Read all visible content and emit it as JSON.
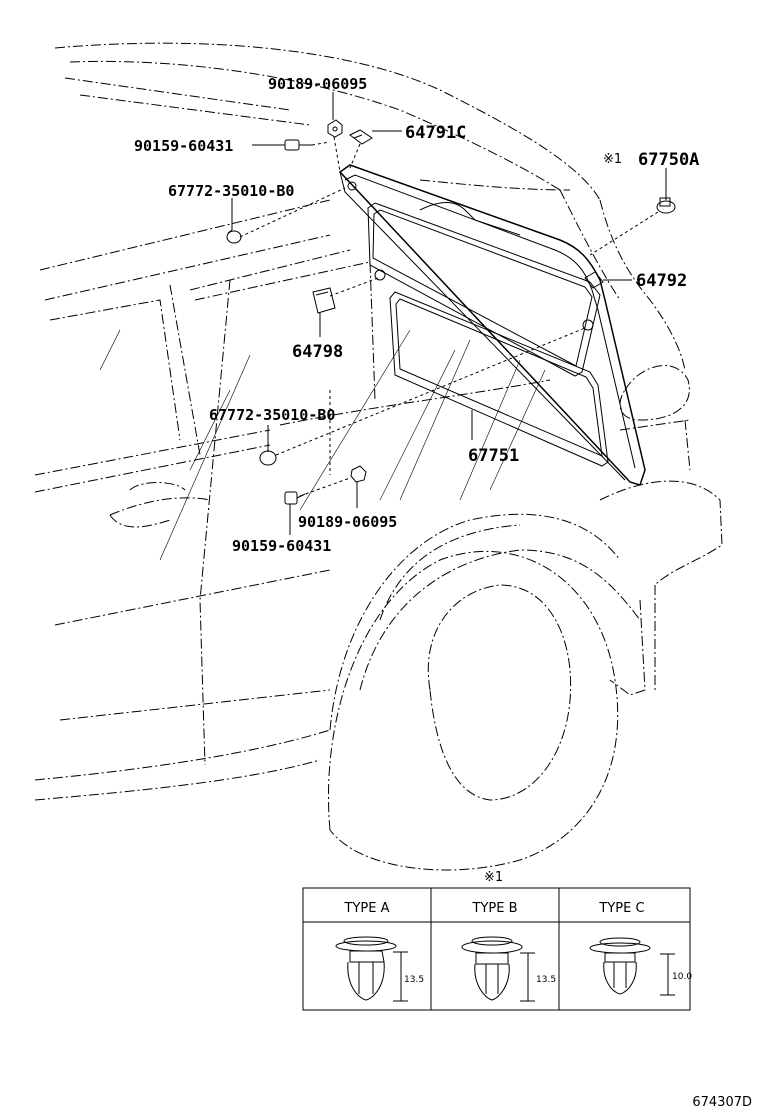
{
  "labels": {
    "p90189_top": "90189-06095",
    "p90159_top": "90159-60431",
    "p64791c": "64791C",
    "p67772_top": "67772-35010-B0",
    "mark_67750a": "※1",
    "p67750a": "67750A",
    "p64792": "64792",
    "p64798": "64798",
    "p67772_bottom": "67772-35010-B0",
    "p67751": "67751",
    "p90189_bottom": "90189-06095",
    "p90159_bottom": "90159-60431"
  },
  "table": {
    "mark": "※1",
    "types": [
      {
        "label": "TYPE A",
        "dimension": "13.5"
      },
      {
        "label": "TYPE B",
        "dimension": "13.5"
      },
      {
        "label": "TYPE C",
        "dimension": "10.0"
      }
    ]
  },
  "figure_code": "674307D"
}
